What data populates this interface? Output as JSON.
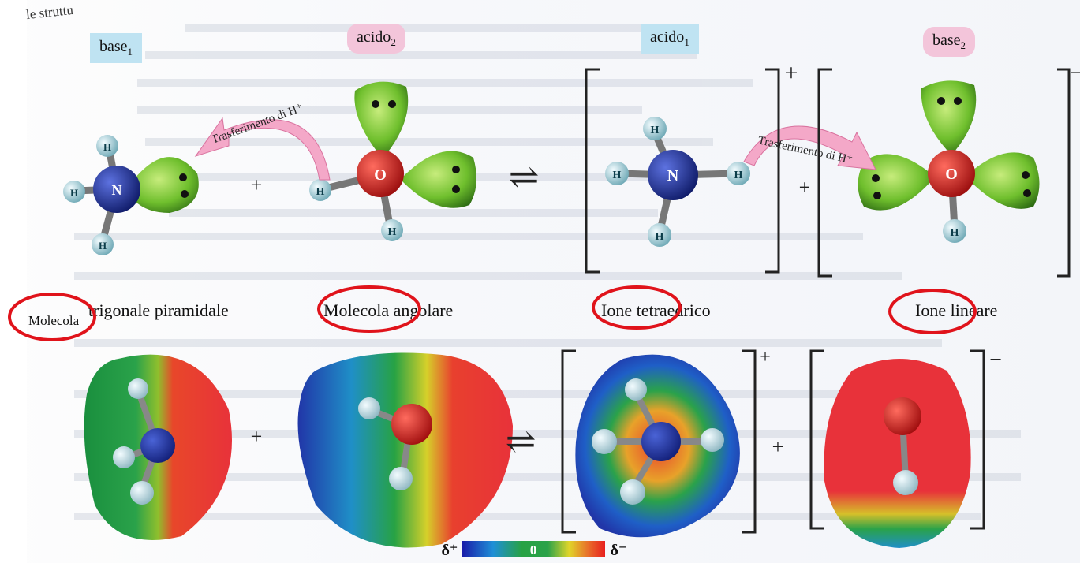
{
  "header_fragment": "le struttu",
  "species_labels": {
    "base1": {
      "text": "base",
      "sub": "1",
      "color": "#bfe3f2"
    },
    "acido2": {
      "text": "acido",
      "sub": "2",
      "color": "#f3c5da"
    },
    "acido1": {
      "text": "acido",
      "sub": "1",
      "color": "#bfe3f2"
    },
    "base2": {
      "text": "base",
      "sub": "2",
      "color": "#f3c5da"
    }
  },
  "transfer_arrow_label": "Trasferimento di H⁺",
  "atoms": {
    "nitrogen": "N",
    "oxygen": "O",
    "hydrogen": "H"
  },
  "operators": {
    "plus": "+",
    "equilibrium": "⇌"
  },
  "charges": {
    "positive": "+",
    "negative": "−"
  },
  "captions": {
    "ammonia_word1": "Molecola",
    "ammonia_rest": "trigonale piramidale",
    "water": "Molecola angolare",
    "ammonium": "Ione tetraedrico",
    "hydroxide": "Ione lineare"
  },
  "potential_scale": {
    "left": "δ⁺",
    "center": "0",
    "right": "δ⁻"
  },
  "colors": {
    "nitrogen": "#1c2f9e",
    "oxygen": "#d81e1e",
    "hydrogen": "#bfe6ef",
    "lone_pair_lobe": "#6fbf2d",
    "transfer_arrow": "#f4a8c8",
    "highlight_ring": "#e0131b"
  }
}
